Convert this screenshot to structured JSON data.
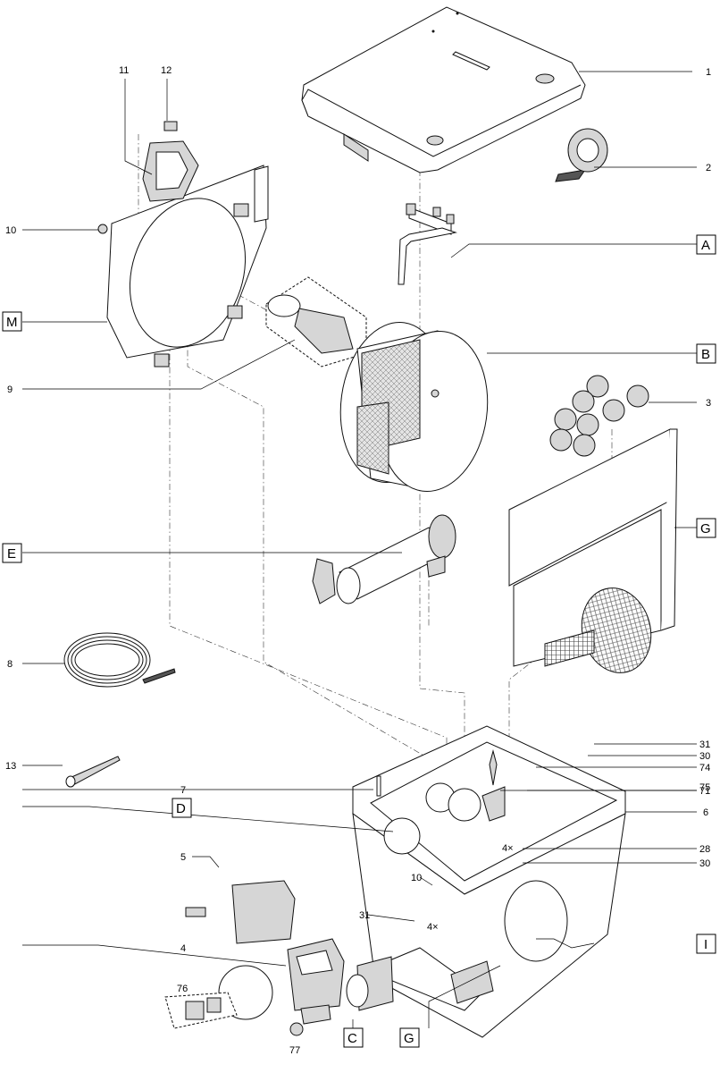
{
  "callouts": {
    "n1": "1",
    "n2": "2",
    "n3": "3",
    "n4": "4",
    "n5": "5",
    "n6": "6",
    "n7": "7",
    "n8": "8",
    "n9": "9",
    "n10a": "10",
    "n10b": "10",
    "n11": "11",
    "n12": "12",
    "n13": "13",
    "n28": "28",
    "n30a": "30",
    "n30b": "30",
    "n31a": "31",
    "n31b": "31",
    "n71": "71",
    "n74": "74",
    "n75": "75",
    "n76": "76",
    "n77": "77"
  },
  "quantities": {
    "q28": "4×",
    "q31": "4×"
  },
  "boxed_labels": {
    "M": "M",
    "A": "A",
    "B": "B",
    "E": "E",
    "G1": "G",
    "D": "D",
    "I": "I",
    "C": "C",
    "G2": "G"
  }
}
